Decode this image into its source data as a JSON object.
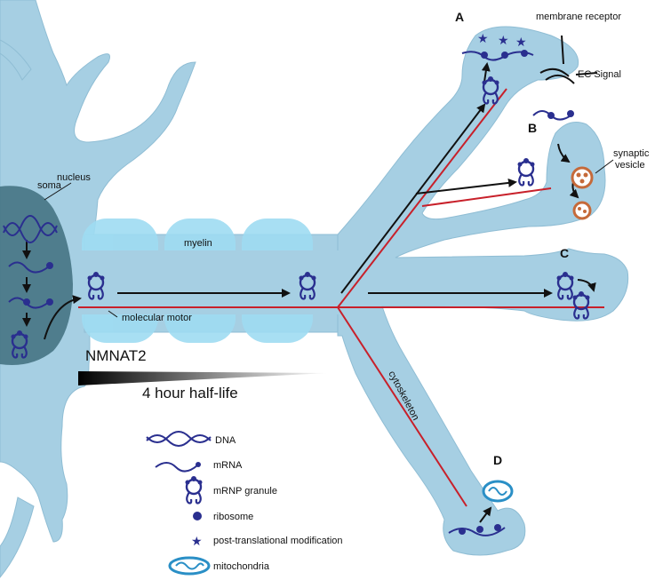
{
  "labels": {
    "soma": "soma",
    "nucleus": "nucleus",
    "myelin": "myelin",
    "molecular_motor": "molecular motor",
    "cytoskeleton": "cytoskeleton",
    "membrane_receptor": "membrane receptor",
    "ec_signal": "EC Signal",
    "synaptic_vesicle_line1": "synaptic",
    "synaptic_vesicle_line2": "vesicle",
    "protein": "NMNAT2",
    "half_life": "4 hour half-life"
  },
  "panels": {
    "a": "A",
    "b": "B",
    "c": "C",
    "d": "D"
  },
  "legend": {
    "dna": "DNA",
    "mrna": "mRNA",
    "mrnp": "mRNP granule",
    "ribosome": "ribosome",
    "ptm": "post-translational modification",
    "mito": "mitochondria"
  },
  "colors": {
    "neuron": "#a6cfe3",
    "neuron_edge": "#8fbdd4",
    "myelin": "#9fdcf2",
    "nucleus": "#3f6e7e",
    "molecule": "#2a2f8f",
    "cytoskeleton": "#c8202a",
    "arrow": "#111111",
    "vesicle": "#c56a3a"
  }
}
